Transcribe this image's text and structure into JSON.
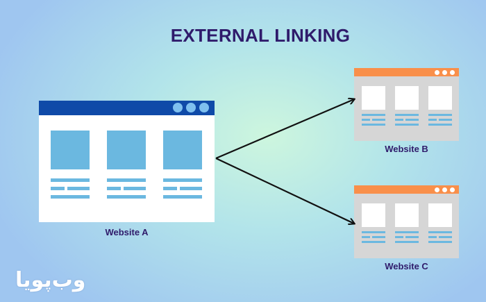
{
  "title": "EXTERNAL LINKING",
  "websites": {
    "a": {
      "label": "Website A"
    },
    "b": {
      "label": "Website B"
    },
    "c": {
      "label": "Website C"
    }
  },
  "logo_text": "وب‌پویا",
  "colors": {
    "title": "#2f1b6b",
    "window_a_bar": "#0f4aa8",
    "window_bc_bar": "#f98f4a",
    "content_blue": "#6bb8e0",
    "arrow": "#111111"
  },
  "edges": [
    {
      "from": "Website A",
      "to": "Website B"
    },
    {
      "from": "Website A",
      "to": "Website C"
    }
  ]
}
